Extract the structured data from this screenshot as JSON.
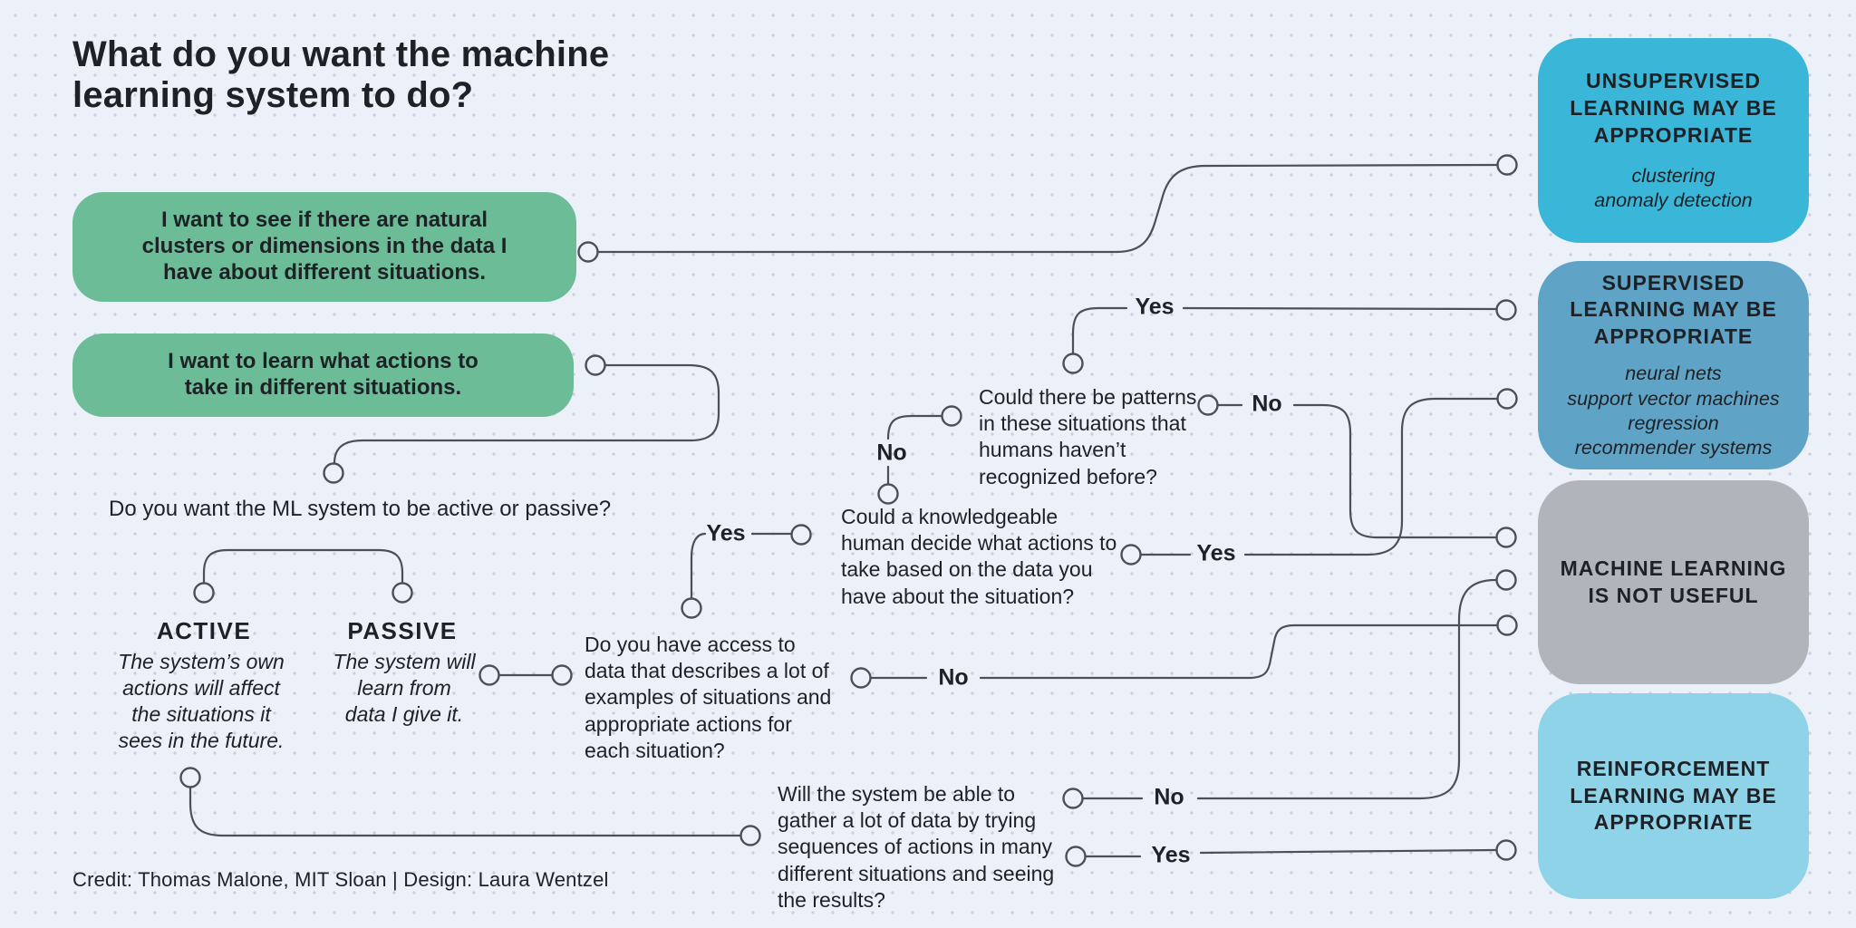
{
  "title": "What do you want the machine learning system to do?",
  "credit": "Credit: Thomas Malone, MIT Sloan | Design: Laura Wentzel",
  "colors": {
    "background": "#ecf1f9",
    "dot_grid": "#c6d0df",
    "start_node_green": "#6cbd97",
    "unsupervised_cyan": "#39b6d8",
    "supervised_blue": "#5fa3c6",
    "not_useful_gray": "#b1b4bb",
    "reinforcement_light_blue": "#8fd3e9",
    "wire_line": "#4b5058",
    "text": "#1e2125"
  },
  "start_nodes": [
    {
      "text": "I want to see if there are natural\nclusters or dimensions in the data I\nhave about different situations."
    },
    {
      "text": "I want to learn what actions to\ntake in different situations."
    }
  ],
  "questions": {
    "active_passive": "Do you want the ML system to be active or passive?",
    "access_data": "Do you have access to\ndata that describes a lot of\nexamples of situations and\nappropriate actions for\neach situation?",
    "knowledgeable_human": "Could a knowledgeable\nhuman decide what actions to\ntake based on the data you\nhave about the situation?",
    "unrecognized_patterns": "Could there be patterns\nin these situations that\nhumans haven’t\nrecognized before?",
    "gather_data": "Will the system be able to\ngather a lot of data by trying\nsequences of actions in many\ndifferent situations and seeing\nthe results?"
  },
  "branches": {
    "active": {
      "label": "ACTIVE",
      "description": "The system’s own\nactions will affect\nthe situations it\nsees in the future."
    },
    "passive": {
      "label": "PASSIVE",
      "description": "The system will\nlearn from\ndata I give it."
    }
  },
  "edge_labels": {
    "access_data_yes": "Yes",
    "access_data_no": "No",
    "knowledgeable_yes": "Yes",
    "knowledgeable_no": "No",
    "patterns_yes": "Yes",
    "patterns_no": "No",
    "gather_no": "No",
    "gather_yes": "Yes"
  },
  "outcomes": [
    {
      "title": "UNSUPERVISED\nLEARNING MAY BE\nAPPROPRIATE",
      "methods": "clustering\nanomaly detection"
    },
    {
      "title": "SUPERVISED\nLEARNING MAY BE\nAPPROPRIATE",
      "methods": "neural nets\nsupport vector machines\nregression\nrecommender systems"
    },
    {
      "title": "MACHINE LEARNING\nIS NOT USEFUL",
      "methods": ""
    },
    {
      "title": "REINFORCEMENT\nLEARNING MAY BE\nAPPROPRIATE",
      "methods": ""
    }
  ]
}
